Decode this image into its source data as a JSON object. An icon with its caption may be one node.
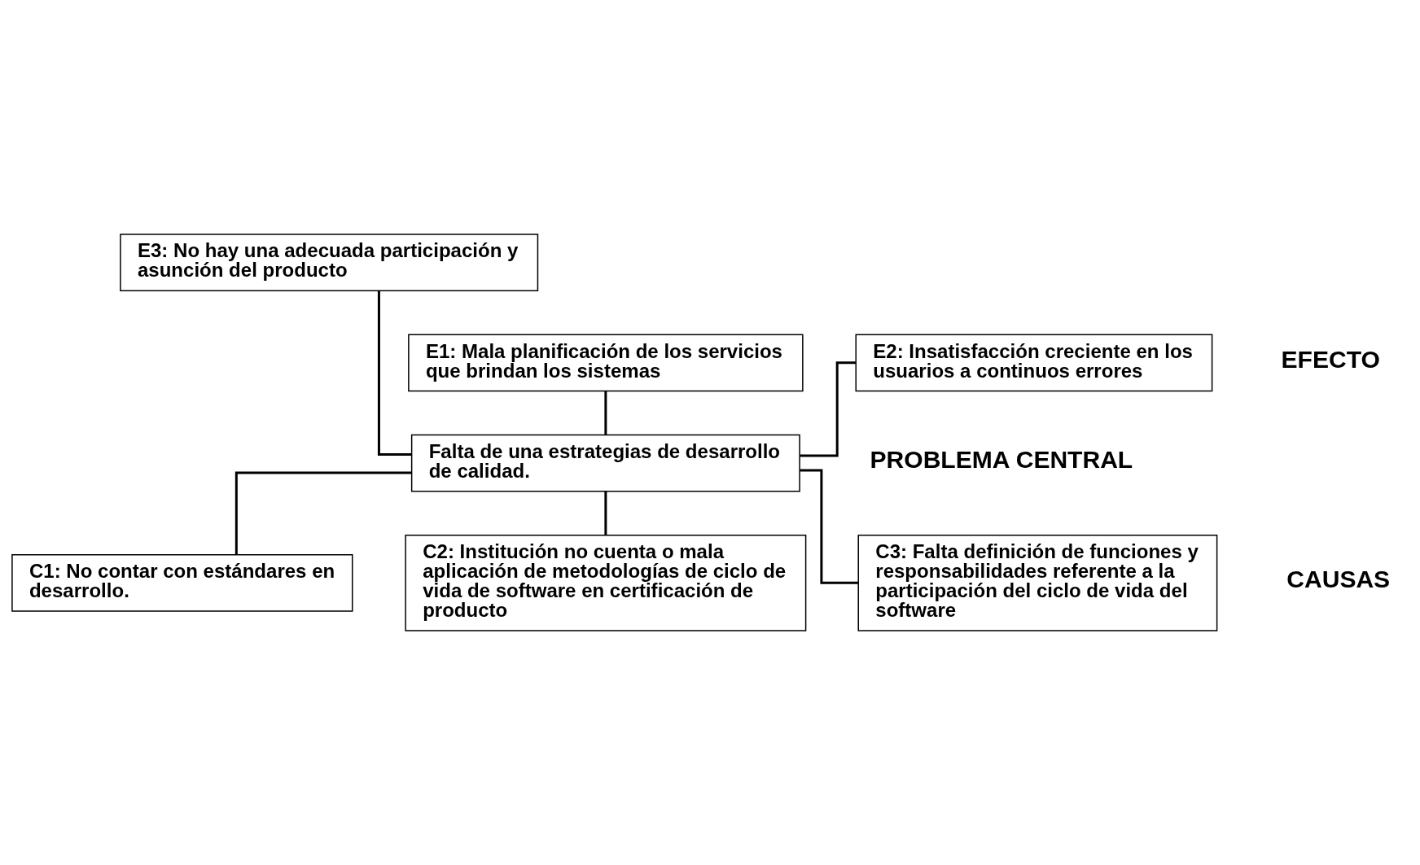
{
  "diagram": {
    "nodes": [
      {
        "text": [
          "E3: No hay una adecuada participación y asunción del producto"
        ]
      },
      {
        "text": [
          "E1: Mala planificación de los servicios que brindan los sistemas"
        ]
      },
      {
        "text": [
          "E2: Insatisfacción creciente en los usuarios a continuos errores"
        ]
      },
      {
        "text": [
          "Falta de una estrategias de desarrollo de calidad."
        ]
      },
      {
        "text": [
          "C1: No contar con estándares en desarrollo."
        ]
      },
      {
        "text": [
          "C2: Institución no cuenta o mala aplicación de metodologías de ciclo de vida de software en certificación de producto"
        ]
      },
      {
        "text": [
          "C3: Falta definición de funciones y responsabilidades referente a la participación del ciclo de vida del software"
        ]
      }
    ],
    "edges": [
      {
        "from": 0,
        "to": 3,
        "arrow": "none"
      },
      {
        "from": 1,
        "to": 3,
        "arrow": "none"
      },
      {
        "from": 2,
        "to": 3,
        "arrow": "none"
      },
      {
        "from": 3,
        "to": 4,
        "arrow": "none"
      },
      {
        "from": 3,
        "to": 5,
        "arrow": "none"
      },
      {
        "from": 3,
        "to": 6,
        "arrow": "none"
      }
    ],
    "labels": [
      "PROBLEMA CENTRAL",
      "EFECTO",
      "CAUSAS"
    ]
  }
}
